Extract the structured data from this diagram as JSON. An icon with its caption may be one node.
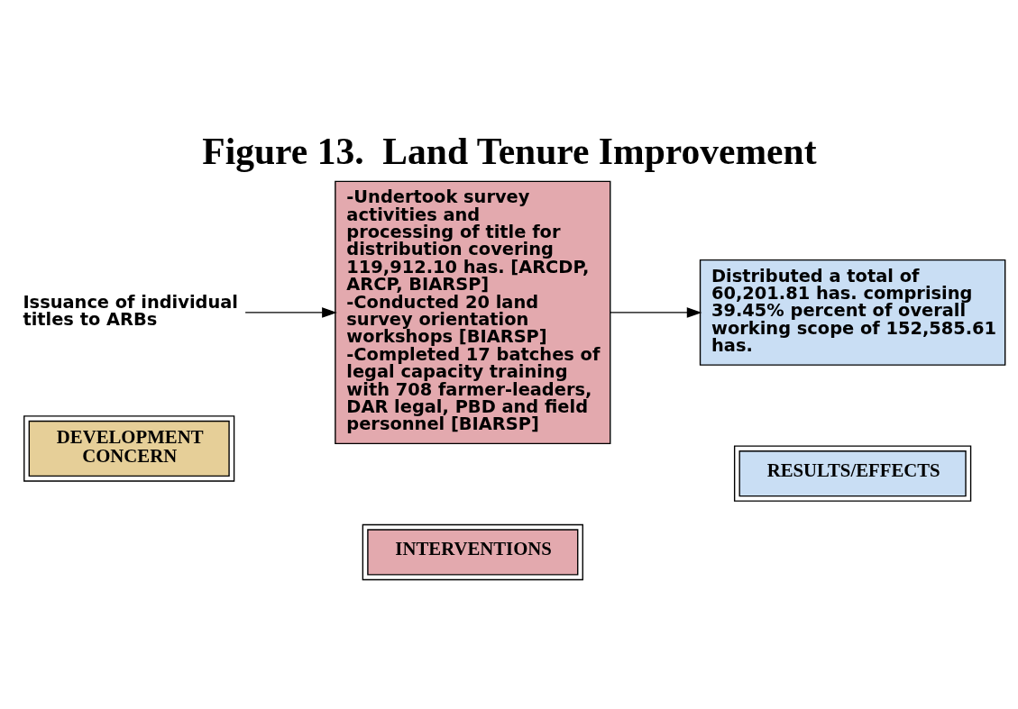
{
  "diagram": {
    "title": "Figure 13.  Land Tenure Improvement",
    "nodes": [
      {
        "text": [
          "DEVELOPMENT CONCERN"
        ]
      },
      {
        "text": [
          "INTERVENTIONS"
        ]
      },
      {
        "text": [
          "RESULTS/EFFECTS"
        ]
      },
      {
        "text": [
          "Issuance of individual titles to ARBs"
        ]
      },
      {
        "text": [
          "-Undertook survey activities and processing of title for distribution covering 119,912.10 has. [ARCDP, ARCP, BIARSP]",
          "-Conducted 20 land survey orientation workshops [BIARSP]",
          "-Completed 17 batches of legal capacity training with 708 farmer-leaders, DAR legal, PBD and field personnel [BIARSP]"
        ]
      },
      {
        "text": [
          "Distributed a total of 60,201.81 has. comprising 39.45% percent of overall working scope of 152,585.61 has."
        ]
      }
    ],
    "edges": [
      {
        "from": 3,
        "to": 4,
        "arrow": "to"
      },
      {
        "from": 4,
        "to": 5,
        "arrow": "to"
      }
    ]
  }
}
